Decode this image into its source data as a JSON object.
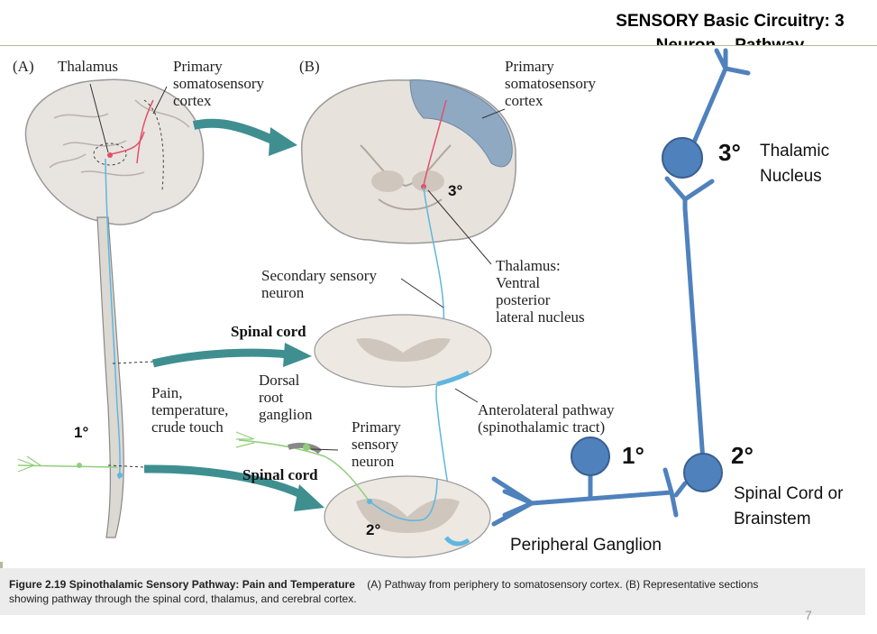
{
  "slide": {
    "title_line1": "SENSORY Basic Circuitry: 3",
    "title_line2": "Neuron    Pathway",
    "page_number": "7"
  },
  "figure": {
    "panel_a": "(A)",
    "panel_b": "(B)",
    "thalamus": "Thalamus",
    "primary_cortex_a": [
      "Primary",
      "somatosensory",
      "cortex"
    ],
    "primary_cortex_b": [
      "Primary",
      "somatosensory",
      "cortex"
    ],
    "secondary_neuron": [
      "Secondary sensory",
      "neuron"
    ],
    "thalamus_vpl": [
      "Thalamus:",
      "Ventral",
      "posterior",
      "lateral nucleus"
    ],
    "spinal_cord_1": "Spinal cord",
    "spinal_cord_2": "Spinal cord",
    "pain": [
      "Pain,",
      "temperature,",
      "crude touch"
    ],
    "dorsal_root": [
      "Dorsal",
      "root",
      "ganglion"
    ],
    "primary_neuron": [
      "Primary",
      "sensory",
      "neuron"
    ],
    "anterolateral": [
      "Anterolateral pathway",
      "(spinothalamic tract)"
    ],
    "mark_3": "3°",
    "mark_1": "1°",
    "mark_2": "2°"
  },
  "schematic": {
    "n3": "3°",
    "n3_label": [
      "Thalamic",
      "Nucleus"
    ],
    "n1": "1°",
    "n2": "2°",
    "n2_label": [
      "Spinal Cord or",
      "Brainstem"
    ],
    "n1_label": "Peripheral Ganglion"
  },
  "caption": {
    "bold": "Figure 2.19 Spinothalamic Sensory Pathway: Pain and Temperature",
    "text1": "(A) Pathway from periphery to somatosensory cortex. (B) Representative sections",
    "text2": "showing pathway through the spinal cord, thalamus, and cerebral cortex."
  },
  "colors": {
    "neuron_blue": "#4f81bd",
    "neuron_stroke": "#3a5f8f",
    "arrow_teal": "#3f8f91",
    "tract_blue": "#5fb6e0",
    "tract_pink": "#e0506a",
    "nerve_green": "#8fcf7a",
    "cortex_blue": "#8fa9c3"
  }
}
